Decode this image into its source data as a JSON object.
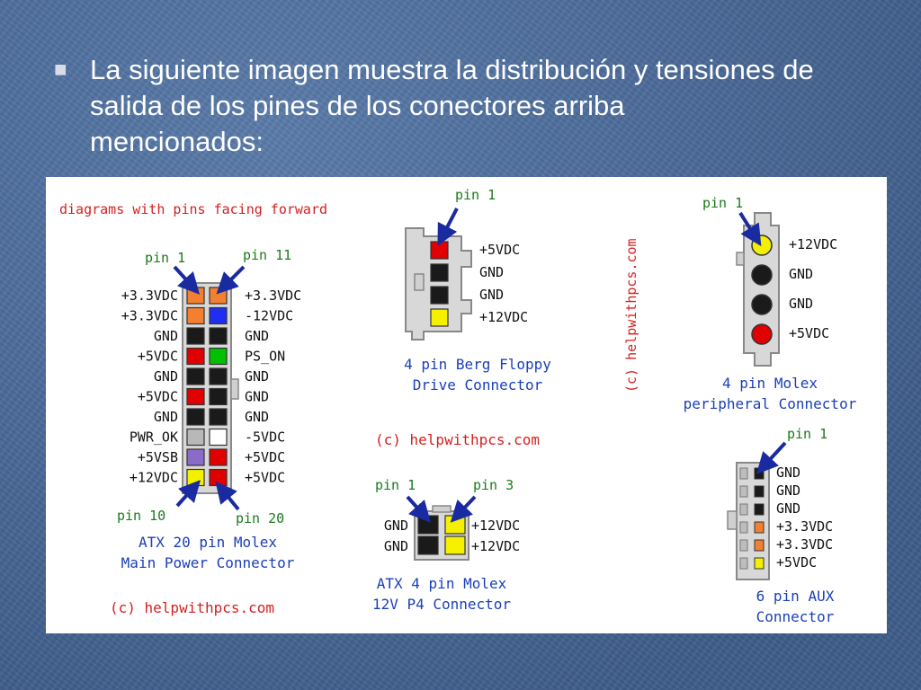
{
  "slide": {
    "bullet_icon": "square-bullet-icon",
    "text_line1": "La siguiente imagen muestra la distribución y tensiones de",
    "text_line2": "salida de los pines de los conectores arriba",
    "text_line3": "mencionados:"
  },
  "colors": {
    "background": "#4a6b9a",
    "red_text": "#d42020",
    "blue_text": "#1a3fb8",
    "pin_orange": "#f28030",
    "pin_blue": "#1f2ef0",
    "pin_black": "#1a1a1a",
    "pin_red": "#e00000",
    "pin_green": "#00c000",
    "pin_gray": "#b8b8b8",
    "pin_white": "#ffffff",
    "pin_purple": "#8a6cc8",
    "pin_yellow": "#f4f000"
  },
  "diagram": {
    "header": "diagrams with pins facing forward",
    "copyright_vertical": "(c) helpwithpcs.com",
    "atx20": {
      "pin1_label": "pin 1",
      "pin11_label": "pin 11",
      "pin10_label": "pin 10",
      "pin20_label": "pin 20",
      "left_labels": [
        "+3.3VDC",
        "+3.3VDC",
        "GND",
        "+5VDC",
        "GND",
        "+5VDC",
        "GND",
        "PWR_OK",
        "+5VSB",
        "+12VDC"
      ],
      "right_labels": [
        "+3.3VDC",
        "-12VDC",
        "GND",
        "PS_ON",
        "GND",
        "GND",
        "GND",
        "-5VDC",
        "+5VDC",
        "+5VDC"
      ],
      "left_colors": [
        "orange",
        "orange",
        "black",
        "red",
        "black",
        "red",
        "black",
        "gray",
        "purple",
        "yellow"
      ],
      "right_colors": [
        "orange",
        "blue",
        "black",
        "green",
        "black",
        "black",
        "black",
        "white",
        "red",
        "red"
      ],
      "caption_line1": "ATX 20 pin Molex",
      "caption_line2": "Main Power Connector",
      "copyright": "(c) helpwithpcs.com"
    },
    "floppy": {
      "pin1_label": "pin 1",
      "labels": [
        "+5VDC",
        "GND",
        "GND",
        "+12VDC"
      ],
      "colors": [
        "red",
        "black",
        "black",
        "yellow"
      ],
      "caption_line1": "4 pin Berg Floppy",
      "caption_line2": "Drive Connector",
      "copyright": "(c) helpwithpcs.com"
    },
    "p4": {
      "pin1_label": "pin 1",
      "pin3_label": "pin 3",
      "left_labels": [
        "GND",
        "GND"
      ],
      "right_labels": [
        "+12VDC",
        "+12VDC"
      ],
      "left_colors": [
        "black",
        "black"
      ],
      "right_colors": [
        "yellow",
        "yellow"
      ],
      "caption_line1": "ATX 4 pin Molex",
      "caption_line2": "12V P4 Connector"
    },
    "molex": {
      "pin1_label": "pin 1",
      "labels": [
        "+12VDC",
        "GND",
        "GND",
        "+5VDC"
      ],
      "colors": [
        "yellow",
        "black",
        "black",
        "red"
      ],
      "caption_line1": "4 pin Molex",
      "caption_line2": "peripheral Connector"
    },
    "aux": {
      "pin1_label": "pin 1",
      "labels": [
        "GND",
        "GND",
        "GND",
        "+3.3VDC",
        "+3.3VDC",
        "+5VDC"
      ],
      "colors": [
        "black",
        "black",
        "black",
        "orange",
        "orange",
        "yellow"
      ],
      "caption_line1": "6 pin AUX",
      "caption_line2": "Connector"
    }
  }
}
